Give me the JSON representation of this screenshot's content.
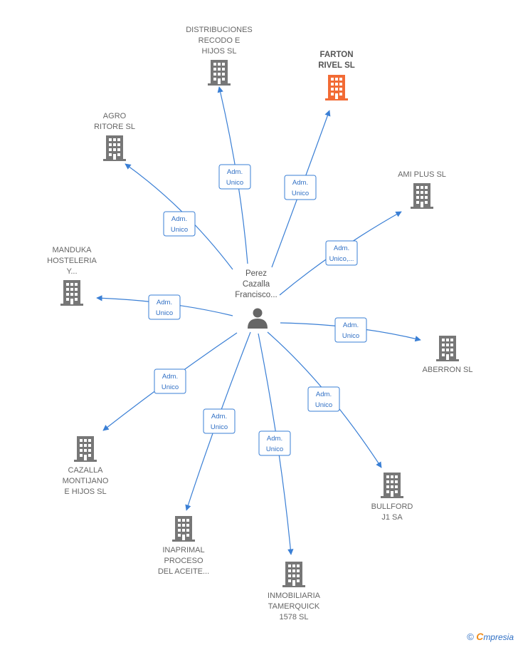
{
  "colors": {
    "edge": "#3a7fd5",
    "company": "#777777",
    "highlight": "#f26b35",
    "person": "#666666"
  },
  "center": {
    "lines": [
      "Perez",
      "Cazalla",
      "Francisco..."
    ],
    "icon": "person-icon"
  },
  "companies": [
    {
      "id": "distribuciones",
      "lines": [
        "DISTRIBUCIONES",
        "RECODO E",
        "HIJOS SL"
      ],
      "highlight": false
    },
    {
      "id": "farton",
      "lines": [
        "FARTON",
        "RIVEL  SL"
      ],
      "highlight": true
    },
    {
      "id": "agro",
      "lines": [
        "AGRO",
        "RITORE SL"
      ],
      "highlight": false
    },
    {
      "id": "amiplus",
      "lines": [
        "AMI PLUS SL"
      ],
      "highlight": false
    },
    {
      "id": "manduka",
      "lines": [
        "MANDUKA",
        "HOSTELERIA",
        "Y..."
      ],
      "highlight": false
    },
    {
      "id": "aberron",
      "lines": [
        "ABERRON SL"
      ],
      "highlight": false
    },
    {
      "id": "cazalla",
      "lines": [
        "CAZALLA",
        "MONTIJANO",
        "E HIJOS SL"
      ],
      "highlight": false
    },
    {
      "id": "bullford",
      "lines": [
        "BULLFORD",
        "J1 SA"
      ],
      "highlight": false
    },
    {
      "id": "inaprimal",
      "lines": [
        "INAPRIMAL",
        "PROCESO",
        "DEL ACEITE..."
      ],
      "highlight": false
    },
    {
      "id": "inmobiliaria",
      "lines": [
        "INMOBILIARIA",
        "TAMERQUICK",
        "1578  SL"
      ],
      "highlight": false
    }
  ],
  "edges": [
    {
      "to": "distribuciones",
      "lines": [
        "Adm.",
        "Unico"
      ]
    },
    {
      "to": "farton",
      "lines": [
        "Adm.",
        "Unico"
      ]
    },
    {
      "to": "agro",
      "lines": [
        "Adm.",
        "Unico"
      ]
    },
    {
      "to": "amiplus",
      "lines": [
        "Adm.",
        "Unico,..."
      ]
    },
    {
      "to": "manduka",
      "lines": [
        "Adm.",
        "Unico"
      ]
    },
    {
      "to": "aberron",
      "lines": [
        "Adm.",
        "Unico"
      ]
    },
    {
      "to": "cazalla",
      "lines": [
        "Adm.",
        "Unico"
      ]
    },
    {
      "to": "bullford",
      "lines": [
        "Adm.",
        "Unico"
      ]
    },
    {
      "to": "inaprimal",
      "lines": [
        "Adm.",
        "Unico"
      ]
    },
    {
      "to": "inmobiliaria",
      "lines": [
        "Adm.",
        "Unico"
      ]
    }
  ],
  "footer": {
    "copyright": "©",
    "brand_initial": "C",
    "brand_rest": "mpresia"
  }
}
